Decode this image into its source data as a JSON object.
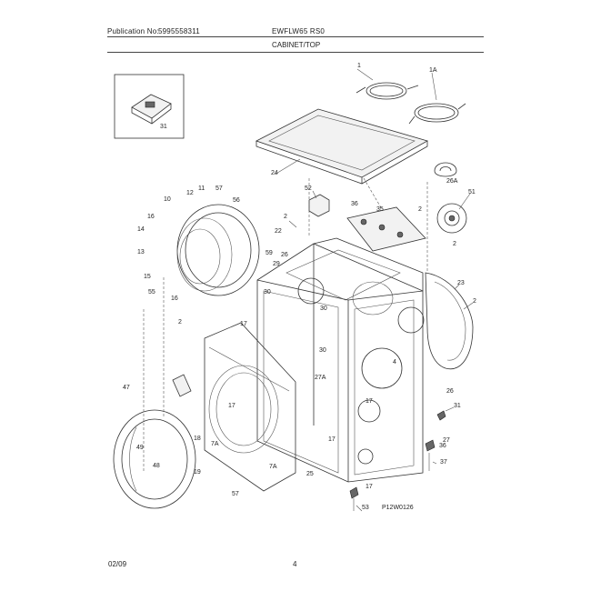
{
  "header": {
    "publication_label": "Publication No:",
    "publication_number": "5995558311",
    "model": "EWFLW65 RS0",
    "section": "CABINET/TOP"
  },
  "footer": {
    "date": "02/09",
    "page": "4"
  },
  "diagram": {
    "illustration_code": "P12W0126",
    "callouts": [
      "1",
      "1A",
      "24",
      "52",
      "31",
      "26A",
      "51",
      "2",
      "2",
      "22",
      "36",
      "35",
      "26",
      "29",
      "23",
      "2",
      "2",
      "10",
      "11",
      "57",
      "56",
      "12",
      "16",
      "14",
      "13",
      "15",
      "55",
      "16",
      "59",
      "17",
      "30",
      "30",
      "2",
      "17",
      "27A",
      "17",
      "4",
      "26",
      "30",
      "47",
      "49",
      "48",
      "18",
      "19",
      "7A",
      "7A",
      "37",
      "36",
      "25",
      "27",
      "31",
      "17",
      "57",
      "53",
      "17"
    ]
  }
}
